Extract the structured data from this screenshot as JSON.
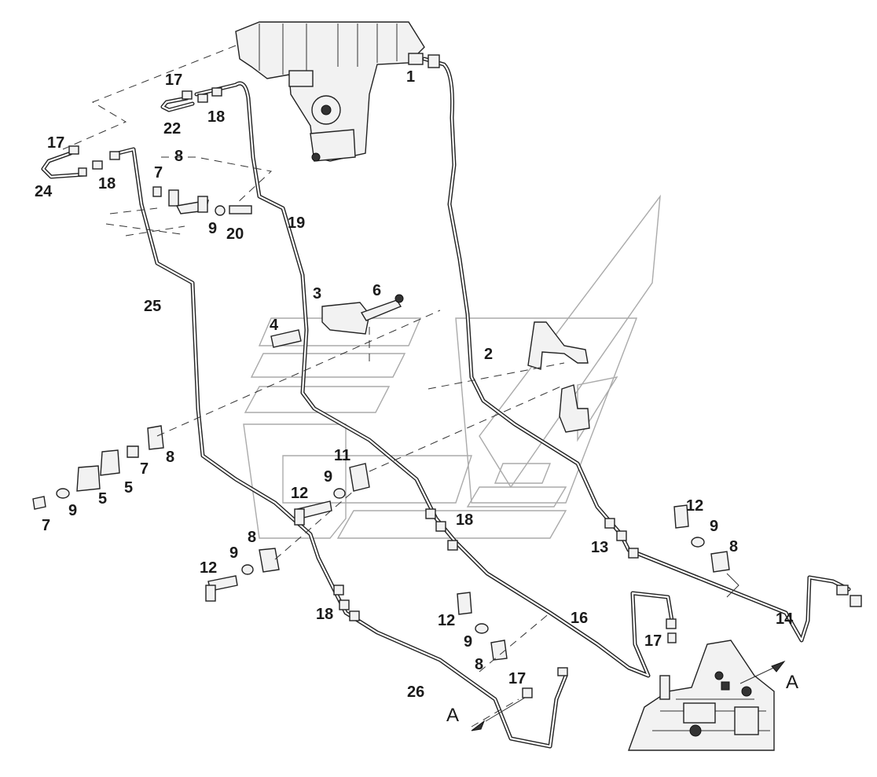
{
  "diagram": {
    "callouts": {
      "c1": "1",
      "c2": "2",
      "c3": "3",
      "c4": "4",
      "c5a": "5",
      "c5b": "5",
      "c6": "6",
      "c7a": "7",
      "c7b": "7",
      "c7c": "7",
      "c8a": "8",
      "c8b": "8",
      "c8c": "8",
      "c8d": "8",
      "c8e": "8",
      "c9a": "9",
      "c9b": "9",
      "c9c": "9",
      "c9d": "9",
      "c9e": "9",
      "c9f": "9",
      "c11": "11",
      "c12a": "12",
      "c12b": "12",
      "c12c": "12",
      "c12d": "12",
      "c13": "13",
      "c14": "14",
      "c16": "16",
      "c17a": "17",
      "c17b": "17",
      "c17c": "17",
      "c17d": "17",
      "c18a": "18",
      "c18b": "18",
      "c18c": "18",
      "c18d": "18",
      "c19": "19",
      "c20": "20",
      "c22": "22",
      "c24": "24",
      "c25": "25",
      "c26": "26"
    },
    "view_marks": {
      "a_left": "A",
      "a_right": "A"
    }
  }
}
